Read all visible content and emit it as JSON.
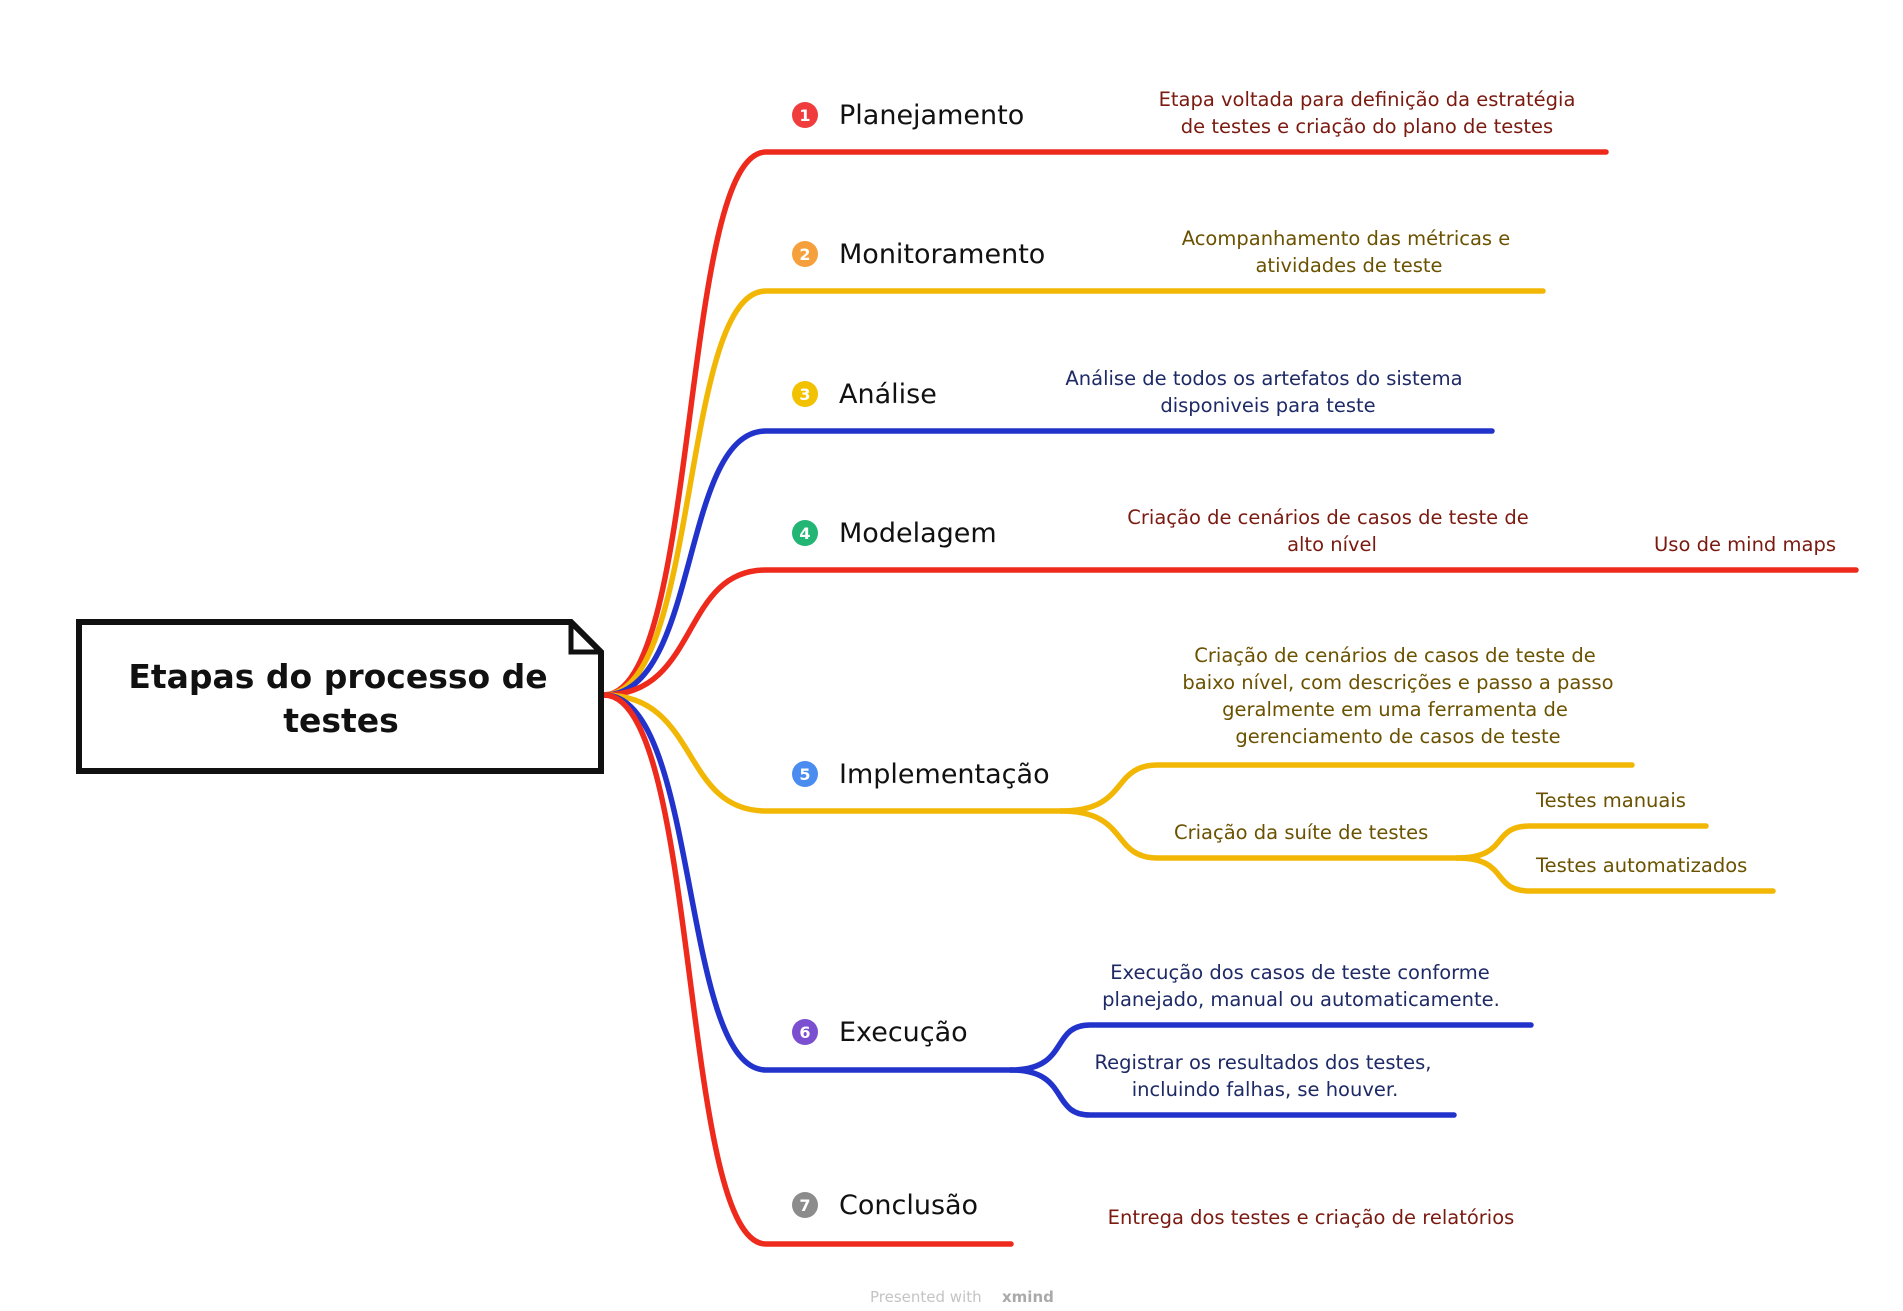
{
  "root": {
    "title_lines": [
      "Etapas do processo de",
      "testes"
    ]
  },
  "colors": {
    "red": "#ee2a1c",
    "orange": "#f5a03c",
    "yellow": "#f2b705",
    "blue": "#2233cc",
    "text_red": "#7a1a10",
    "text_olive": "#6b5200",
    "text_navy": "#1e2a66"
  },
  "topics": [
    {
      "number": "1",
      "label": "Planejamento",
      "branch_color": "#ee2a1c",
      "badge_color": "#f03c3c",
      "children": [
        {
          "lines": [
            "Etapa voltada para definição da estratégia",
            "de testes e criação do plano de testes"
          ],
          "color": "#7a1a10"
        }
      ]
    },
    {
      "number": "2",
      "label": "Monitoramento",
      "branch_color": "#f2b705",
      "badge_color": "#f5a03c",
      "children": [
        {
          "lines": [
            "Acompanhamento das métricas e",
            "atividades de teste"
          ],
          "color": "#6b5200"
        }
      ]
    },
    {
      "number": "3",
      "label": "Análise",
      "branch_color": "#2233cc",
      "badge_color": "#f2c200",
      "children": [
        {
          "lines": [
            "Análise de todos os artefatos do sistema",
            "disponiveis para teste"
          ],
          "color": "#1e2a66"
        }
      ]
    },
    {
      "number": "4",
      "label": "Modelagem",
      "branch_color": "#ee2a1c",
      "badge_color": "#22b573",
      "children": [
        {
          "lines": [
            "Criação de cenários de casos de teste de",
            "alto nível"
          ],
          "color": "#7a1a10",
          "children": [
            {
              "lines": [
                "Uso de mind maps"
              ],
              "color": "#7a1a10"
            }
          ]
        }
      ]
    },
    {
      "number": "5",
      "label": "Implementação",
      "branch_color": "#f2b705",
      "badge_color": "#4a8cf0",
      "children": [
        {
          "lines": [
            "Criação de cenários de casos de teste de",
            "baixo nível, com descrições e passo a passo",
            "geralmente em uma ferramenta de",
            "gerenciamento de casos de teste"
          ],
          "color": "#6b5200"
        },
        {
          "lines": [
            "Criação da suíte de testes"
          ],
          "color": "#6b5200",
          "children": [
            {
              "lines": [
                "Testes manuais"
              ],
              "color": "#6b5200"
            },
            {
              "lines": [
                "Testes automatizados"
              ],
              "color": "#6b5200"
            }
          ]
        }
      ]
    },
    {
      "number": "6",
      "label": "Execução",
      "branch_color": "#2233cc",
      "badge_color": "#7a4fd0",
      "children": [
        {
          "lines": [
            "Execução dos casos de teste conforme",
            "planejado, manual ou automaticamente."
          ],
          "color": "#1e2a66"
        },
        {
          "lines": [
            "Registrar os resultados dos testes,",
            "incluindo falhas, se houver."
          ],
          "color": "#1e2a66"
        }
      ]
    },
    {
      "number": "7",
      "label": "Conclusão",
      "branch_color": "#ee2a1c",
      "badge_color": "#8c8c8c",
      "children": [
        {
          "lines": [
            "Entrega dos testes e criação de relatórios"
          ],
          "color": "#7a1a10"
        }
      ]
    }
  ],
  "footer": {
    "text": "Presented with",
    "brand": "xmind"
  }
}
